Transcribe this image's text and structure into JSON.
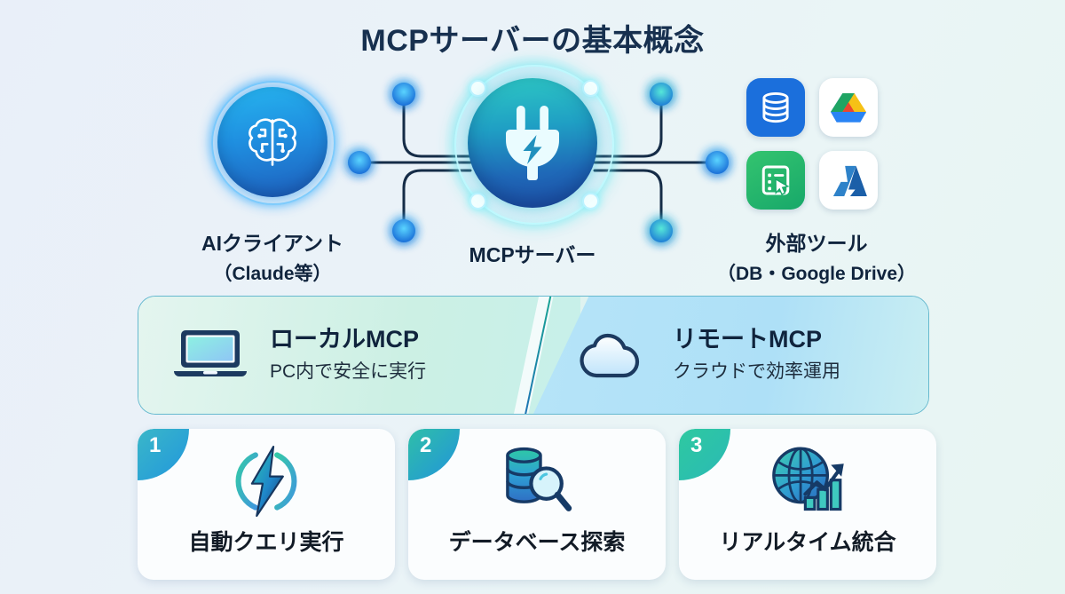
{
  "title": "MCPサーバーの基本概念",
  "colors": {
    "title_text": "#17304f",
    "bg_start": "#e9eff9",
    "bg_end": "#e7f5f2",
    "node_ai": "#1f8fe0",
    "node_mcp": "#1f9fc4",
    "wire": "#152c47",
    "panel_border": "#66b9cf",
    "panel_left": "#ccf0e4",
    "panel_right": "#aee0f7",
    "badge_1": "#2196dd",
    "badge_2": "#2193dc",
    "badge_3": "#2ec9a0",
    "card_bg": "#fbfdfe"
  },
  "diagram": {
    "nodes": [
      {
        "id": "ai-client",
        "icon": "brain-icon",
        "label_line1": "AIクライアント",
        "label_line2": "（Claude等）"
      },
      {
        "id": "mcp-server",
        "icon": "power-plug-icon",
        "label_line1": "MCPサーバー",
        "label_line2": ""
      },
      {
        "id": "external-tools",
        "icon": "tool-grid-icon",
        "label_line1": "外部ツール",
        "label_line2": "（DB・Google Drive）"
      }
    ],
    "tools": [
      {
        "name": "database-icon",
        "color": "#1b6fdc"
      },
      {
        "name": "google-drive-icon",
        "color": "#ffffff"
      },
      {
        "name": "form-cursor-icon",
        "color": "#17a86a"
      },
      {
        "name": "azure-icon",
        "color": "#ffffff"
      }
    ]
  },
  "panel": {
    "left": {
      "icon": "laptop-icon",
      "title": "ローカルMCP",
      "subtitle": "PC内で安全に実行"
    },
    "right": {
      "icon": "cloud-icon",
      "title": "リモートMCP",
      "subtitle": "クラウドで効率運用"
    }
  },
  "cards": [
    {
      "number": "1",
      "icon": "lightning-circle-icon",
      "label": "自動クエリ実行"
    },
    {
      "number": "2",
      "icon": "database-search-icon",
      "label": "データベース探索"
    },
    {
      "number": "3",
      "icon": "globe-chart-icon",
      "label": "リアルタイム統合"
    }
  ]
}
